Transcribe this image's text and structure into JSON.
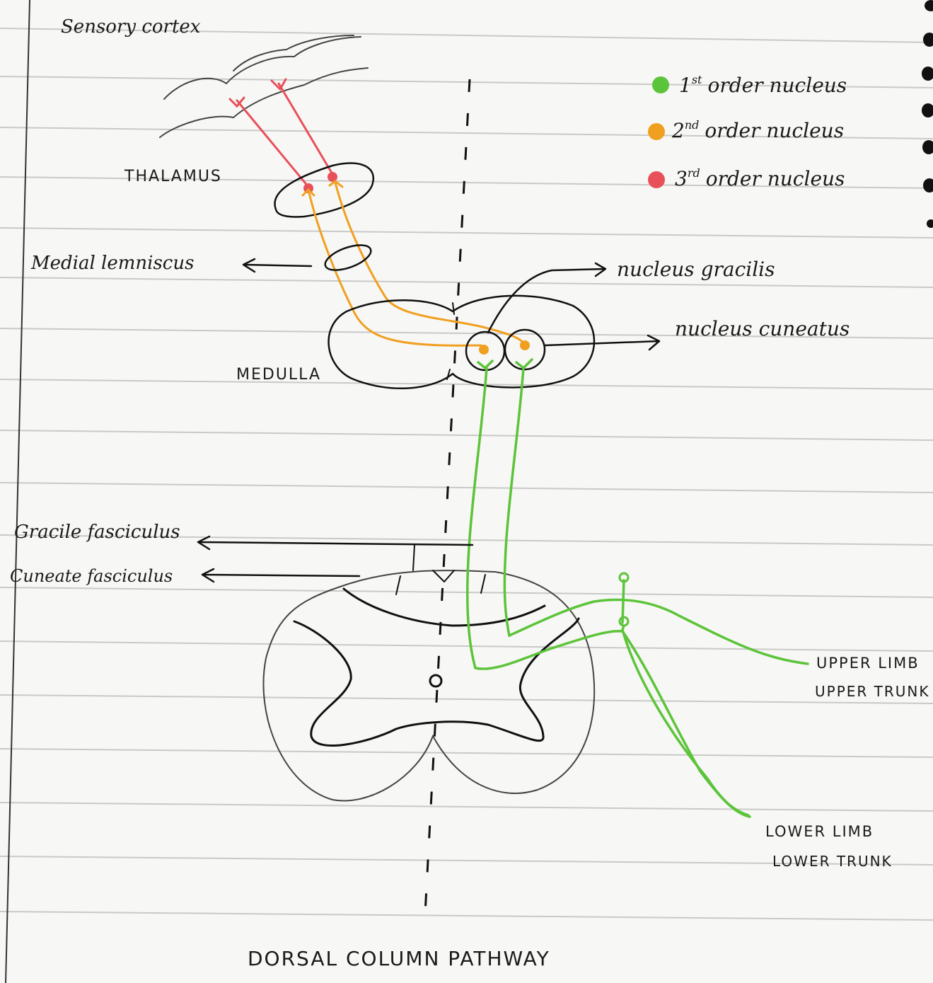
{
  "labels": {
    "sensory_cortex": "Sensory cortex",
    "thalamus": "THALAMUS",
    "medial_lemniscus": "Medial lemniscus",
    "medulla": "MEDULLA",
    "nucleus_gracilis": "nucleus gracilis",
    "nucleus_cuneatus": "nucleus cuneatus",
    "gracile_fasciculus": "Gracile fasciculus",
    "cuneate_fasciculus": "Cuneate fasciculus",
    "upper_limb": "UPPER LIMB",
    "upper_trunk": "UPPER TRUNK",
    "lower_limb": "LOWER LIMB",
    "lower_trunk": "LOWER TRUNK",
    "title": "DORSAL COLUMN PATHWAY"
  },
  "legend": [
    {
      "sup": "1",
      "supmark": "st",
      "text": "order nucleus",
      "color": "#5cc43a"
    },
    {
      "sup": "2",
      "supmark": "nd",
      "text": "order nucleus",
      "color": "#f0a020"
    },
    {
      "sup": "3",
      "supmark": "rd",
      "text": "order nucleus",
      "color": "#e8505a"
    }
  ],
  "colors": {
    "first_order": "#5cc43a",
    "second_order": "#f0a020",
    "third_order": "#e8505a",
    "ink": "#111111",
    "ruled_line": "#c9c9c9"
  }
}
